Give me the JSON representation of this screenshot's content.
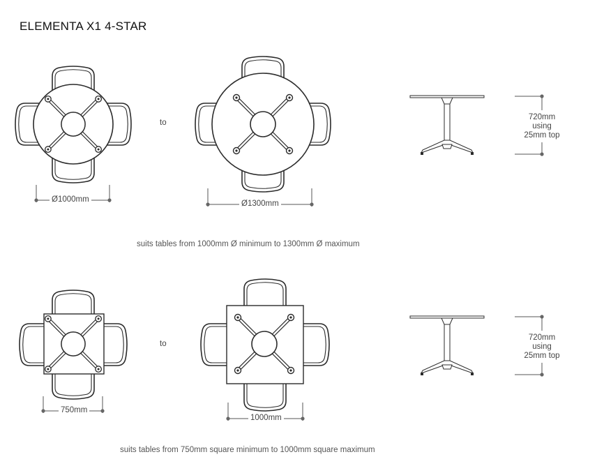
{
  "title": "ELEMENTA X1 4-STAR",
  "round": {
    "to_label": "to",
    "small_dim": "Ø1000mm",
    "large_dim": "Ø1300mm",
    "caption": "suits tables from 1000mm Ø minimum to 1300mm Ø maximum",
    "height_lines": [
      "720mm",
      "using",
      "25mm top"
    ]
  },
  "square": {
    "to_label": "to",
    "small_dim": "750mm",
    "large_dim": "1000mm",
    "caption": "suits tables from 750mm square minimum to 1000mm square maximum",
    "height_lines": [
      "720mm",
      "using",
      "25mm top"
    ]
  },
  "colors": {
    "line": "#2b2b2b",
    "dim": "#555555",
    "dot": "#666666"
  }
}
